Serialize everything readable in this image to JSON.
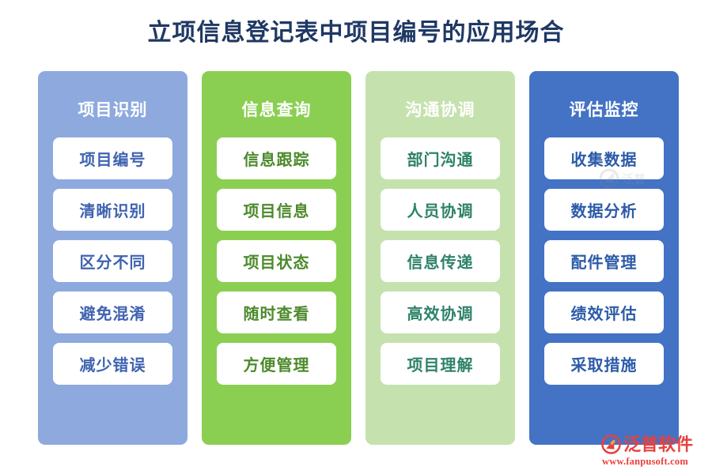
{
  "page": {
    "title": "立项信息登记表中项目编号的应用场合",
    "background": "#FFFFFF",
    "title_color": "#1F3864"
  },
  "columns": [
    {
      "id": "project-identification",
      "header": "项目识别",
      "bg_color": "#8EA9DE",
      "header_color": "#FFFFFF",
      "card_bg": "#FFFFFF",
      "card_text_color": "#3F63B0",
      "items": [
        {
          "label": "项目编号"
        },
        {
          "label": "清晰识别"
        },
        {
          "label": "区分不同"
        },
        {
          "label": "避免混淆"
        },
        {
          "label": "减少错误"
        }
      ]
    },
    {
      "id": "information-query",
      "header": "信息查询",
      "bg_color": "#8BCF52",
      "header_color": "#FFFFFF",
      "card_bg": "#FFFFFF",
      "card_text_color": "#4C8A2B",
      "items": [
        {
          "label": "信息跟踪"
        },
        {
          "label": "项目信息"
        },
        {
          "label": "项目状态"
        },
        {
          "label": "随时查看"
        },
        {
          "label": "方便管理"
        }
      ]
    },
    {
      "id": "communication-coordination",
      "header": "沟通协调",
      "bg_color": "#C5E2AE",
      "header_color": "#FFFFFF",
      "card_bg": "#FFFFFF",
      "card_text_color": "#2E8269",
      "items": [
        {
          "label": "部门沟通"
        },
        {
          "label": "人员协调"
        },
        {
          "label": "信息传递"
        },
        {
          "label": "高效协调"
        },
        {
          "label": "项目理解"
        }
      ]
    },
    {
      "id": "evaluation-monitoring",
      "header": "评估监控",
      "bg_color": "#4472C4",
      "header_color": "#FFFFFF",
      "card_bg": "#FFFFFF",
      "card_text_color": "#2C5BA8",
      "items": [
        {
          "label": "收集数据"
        },
        {
          "label": "数据分析"
        },
        {
          "label": "配件管理"
        },
        {
          "label": "绩效评估"
        },
        {
          "label": "采取措施"
        }
      ]
    }
  ],
  "logo": {
    "brand": "泛普软件",
    "url": "www.fanpusoft.com",
    "color": "#E8413C",
    "mark_icon": "fanpu-circle-swoosh-icon"
  }
}
